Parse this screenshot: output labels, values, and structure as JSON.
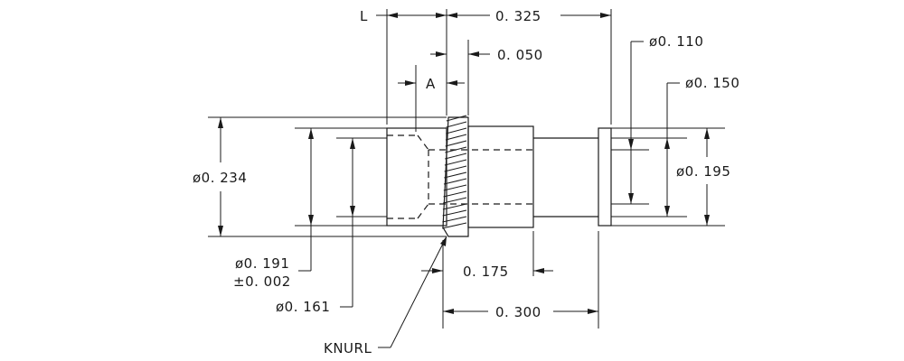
{
  "labels": {
    "L": "L",
    "dim_0325": "0. 325",
    "dim_0050": "0. 050",
    "A": "A",
    "dia_0110": "ø0. 110",
    "dia_0150": "ø0. 150",
    "dia_0234": "ø0. 234",
    "dia_0195": "ø0. 195",
    "dia_0191": "ø0. 191",
    "tol_0002": "±0. 002",
    "dia_0161": "ø0. 161",
    "dim_0175": "0. 175",
    "dim_0300": "0. 300",
    "knurl": "KNURL"
  }
}
